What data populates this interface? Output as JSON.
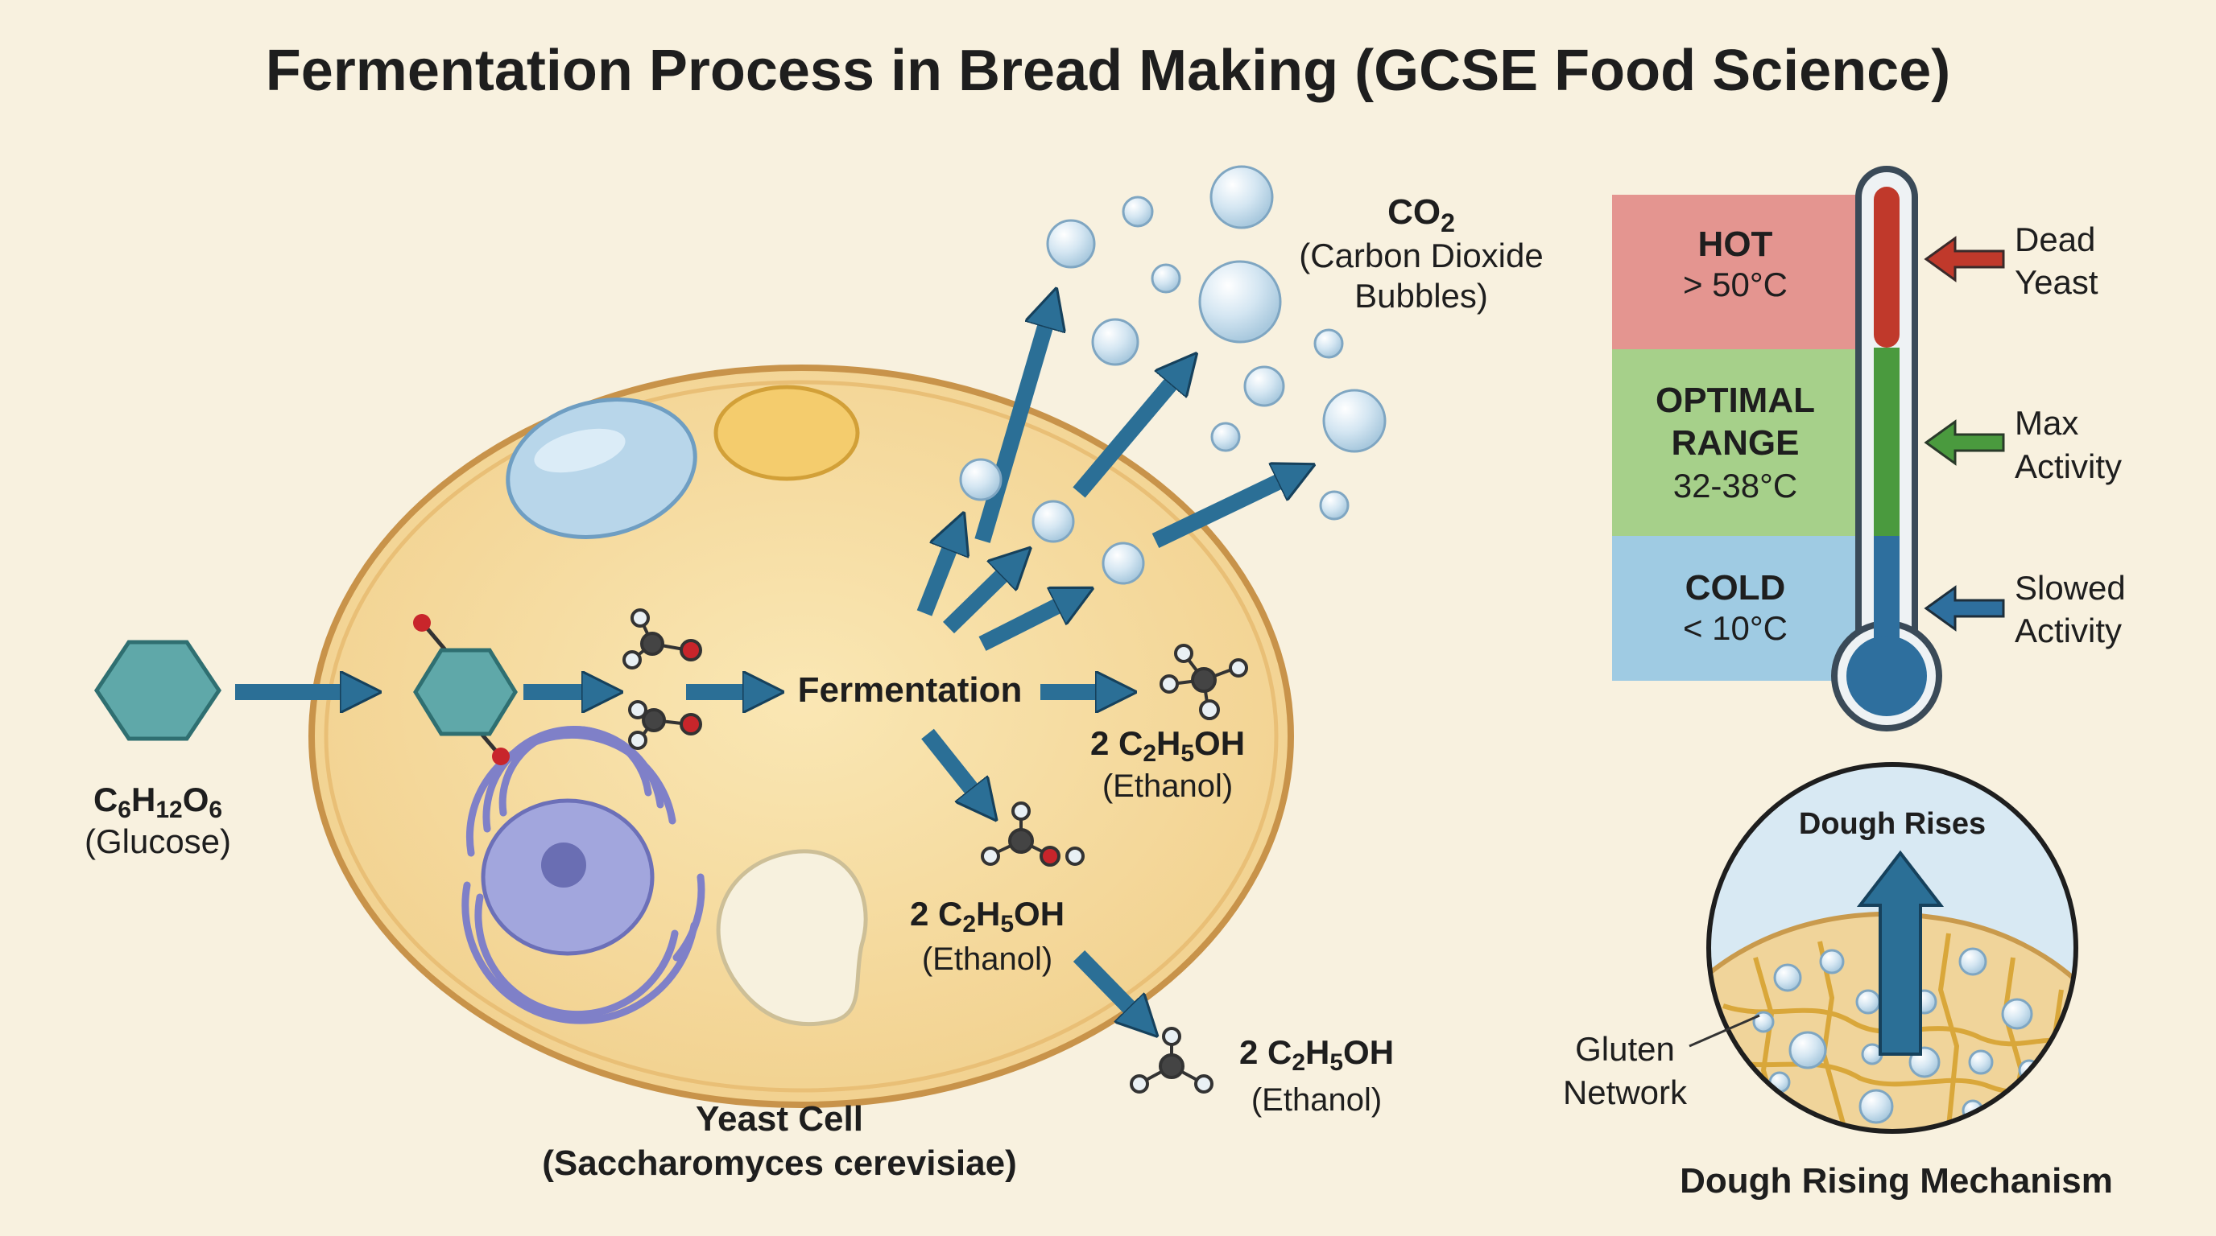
{
  "title": "Fermentation Process in Bread Making (GCSE Food Science)",
  "glucose": {
    "formula": [
      "C",
      "6",
      "H",
      "12",
      "O",
      "6"
    ],
    "name": "(Glucose)"
  },
  "fermentation_label": "Fermentation",
  "co2": {
    "formula": [
      "CO",
      "2"
    ],
    "name_line1": "(Carbon Dioxide",
    "name_line2": "Bubbles)"
  },
  "ethanol": {
    "formula": [
      "2 C",
      "2",
      "H",
      "5",
      "OH"
    ],
    "name": "(Ethanol)"
  },
  "yeast_cell": {
    "name": "Yeast Cell",
    "species": "(Saccharomyces cerevisiae)"
  },
  "thermometer": {
    "zones": [
      {
        "label_line1": "HOT",
        "label_line2": "",
        "temp": "> 50°C",
        "color": "#e49590",
        "arrow_color": "#c0392b",
        "effect_line1": "Dead",
        "effect_line2": "Yeast"
      },
      {
        "label_line1": "OPTIMAL",
        "label_line2": "RANGE",
        "temp": "32-38°C",
        "color": "#a6d08a",
        "arrow_color": "#4a9a3e",
        "effect_line1": "Max",
        "effect_line2": "Activity"
      },
      {
        "label_line1": "COLD",
        "label_line2": "",
        "temp": "< 10°C",
        "color": "#9fcbe3",
        "arrow_color": "#2e6f9e",
        "effect_line1": "Slowed",
        "effect_line2": "Activity"
      }
    ]
  },
  "dough": {
    "rises_label": "Dough Rises",
    "gluten_line1": "Gluten",
    "gluten_line2": "Network",
    "caption": "Dough Rising Mechanism"
  },
  "colors": {
    "background": "#f8f1df",
    "arrow": "#2b6f96",
    "cell_fill": "#f6dc9f",
    "cell_border": "#d8a85a",
    "hexagon": "#5fa8a9"
  }
}
